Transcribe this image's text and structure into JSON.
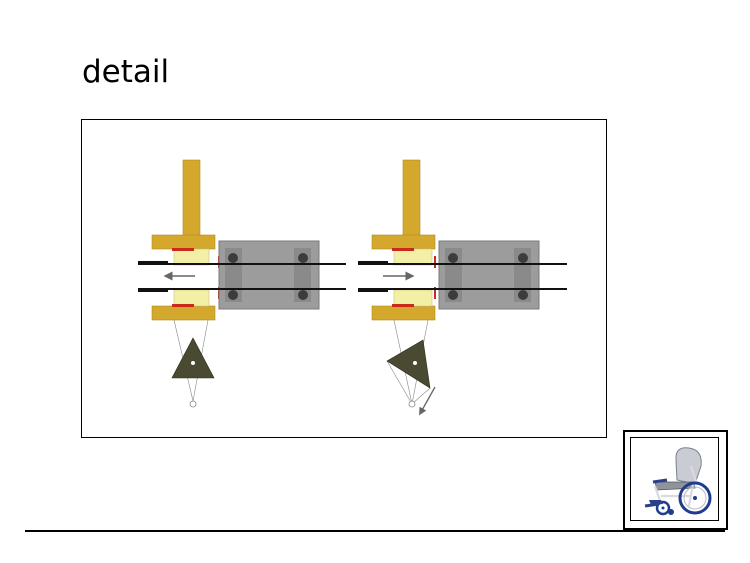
{
  "slide": {
    "title": "detail"
  },
  "diagram": {
    "panels": [
      {
        "arrow_direction": "left"
      },
      {
        "arrow_direction": "right"
      }
    ]
  },
  "colors": {
    "post": "#d4a82c",
    "liner": "#f3efa6",
    "pad": "#c92a1c",
    "block": "#9c9c9c",
    "rail": "#111111",
    "weight": "#4a4a32"
  },
  "thumbnail": {
    "icon": "wheelchair-icon"
  }
}
